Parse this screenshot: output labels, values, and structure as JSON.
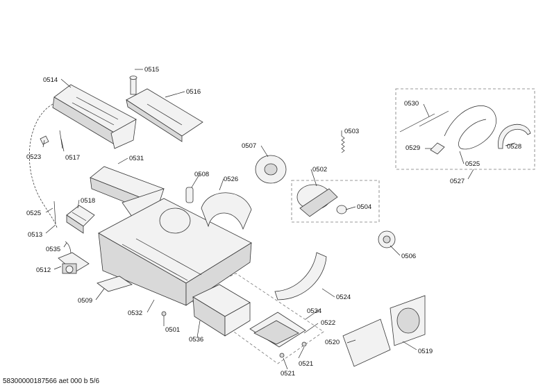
{
  "parts": [
    {
      "id": "p0514",
      "label": "0514"
    },
    {
      "id": "p0515",
      "label": "0515"
    },
    {
      "id": "p0516",
      "label": "0516"
    },
    {
      "id": "p0523",
      "label": "0523"
    },
    {
      "id": "p0517",
      "label": "0517"
    },
    {
      "id": "p0531",
      "label": "0531"
    },
    {
      "id": "p0508",
      "label": "0508"
    },
    {
      "id": "p0526",
      "label": "0526"
    },
    {
      "id": "p0507",
      "label": "0507"
    },
    {
      "id": "p0503",
      "label": "0503"
    },
    {
      "id": "p0502",
      "label": "0502"
    },
    {
      "id": "p0504",
      "label": "0504"
    },
    {
      "id": "p0518",
      "label": "0518"
    },
    {
      "id": "p0525a",
      "label": "0525"
    },
    {
      "id": "p0513",
      "label": "0513"
    },
    {
      "id": "p0535",
      "label": "0535"
    },
    {
      "id": "p0512",
      "label": "0512"
    },
    {
      "id": "p0509",
      "label": "0509"
    },
    {
      "id": "p0532",
      "label": "0532"
    },
    {
      "id": "p0501",
      "label": "0501"
    },
    {
      "id": "p0536",
      "label": "0536"
    },
    {
      "id": "p0534",
      "label": "0534"
    },
    {
      "id": "p0522",
      "label": "0522"
    },
    {
      "id": "p0521a",
      "label": "0521"
    },
    {
      "id": "p0521b",
      "label": "0521"
    },
    {
      "id": "p0524",
      "label": "0524"
    },
    {
      "id": "p0520",
      "label": "0520"
    },
    {
      "id": "p0519",
      "label": "0519"
    },
    {
      "id": "p0506",
      "label": "0506"
    },
    {
      "id": "p0530",
      "label": "0530"
    },
    {
      "id": "p0529",
      "label": "0529"
    },
    {
      "id": "p0525b",
      "label": "0525"
    },
    {
      "id": "p0528",
      "label": "0528"
    },
    {
      "id": "p0527",
      "label": "0527"
    }
  ],
  "footer": "58300000187566 aet 000 b 5/6"
}
